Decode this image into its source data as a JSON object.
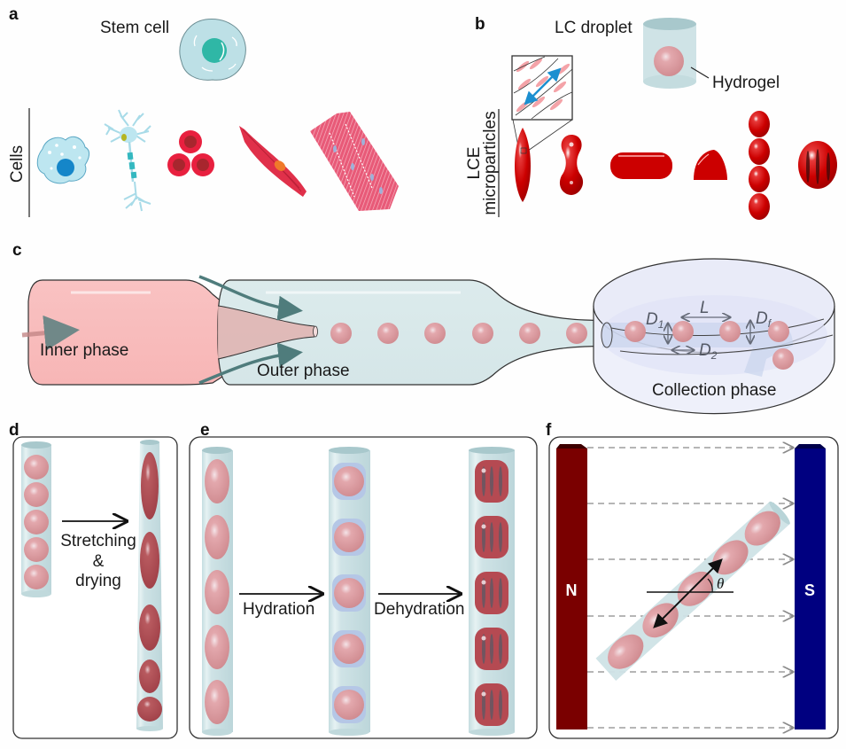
{
  "figure": {
    "panels": {
      "a": {
        "label": "a",
        "stem_cell_label": "Stem cell",
        "row_label": "Cells",
        "cells": [
          "macrophage-like cell",
          "neuron",
          "red blood cells",
          "smooth muscle cell",
          "cardiomyocytes"
        ]
      },
      "b": {
        "label": "b",
        "droplet_label": "LC droplet",
        "hydrogel_label": "Hydrogel",
        "row_label_line1": "LCE",
        "row_label_line2": "microparticles",
        "particles": [
          "spindle",
          "dumbbell",
          "rod",
          "cap",
          "chain",
          "striped ellipsoid"
        ]
      },
      "c": {
        "label": "c",
        "inner_phase": "Inner phase",
        "outer_phase": "Outer phase",
        "collection_phase": "Collection phase",
        "dim_D1": "D",
        "dim_D1_sub": "1",
        "dim_L": "L",
        "dim_Df": "D",
        "dim_Df_sub": "f",
        "dim_D2": "D",
        "dim_D2_sub": "2"
      },
      "d": {
        "label": "d",
        "step_line1": "Stretching",
        "step_line2": "&",
        "step_line3": "drying"
      },
      "e": {
        "label": "e",
        "step1": "Hydration",
        "step2": "Dehydration"
      },
      "f": {
        "label": "f",
        "north": "N",
        "south": "S",
        "angle": "θ"
      }
    },
    "colors": {
      "droplet_pink": "#d99595",
      "lce_red": "#cc0000",
      "tube_blue": "#cfe3e6",
      "north_magnet": "#7a0000",
      "south_magnet": "#000080",
      "inner_phase_pink": "#f9bdbd",
      "arrow_teal": "#4f7c7c"
    }
  }
}
